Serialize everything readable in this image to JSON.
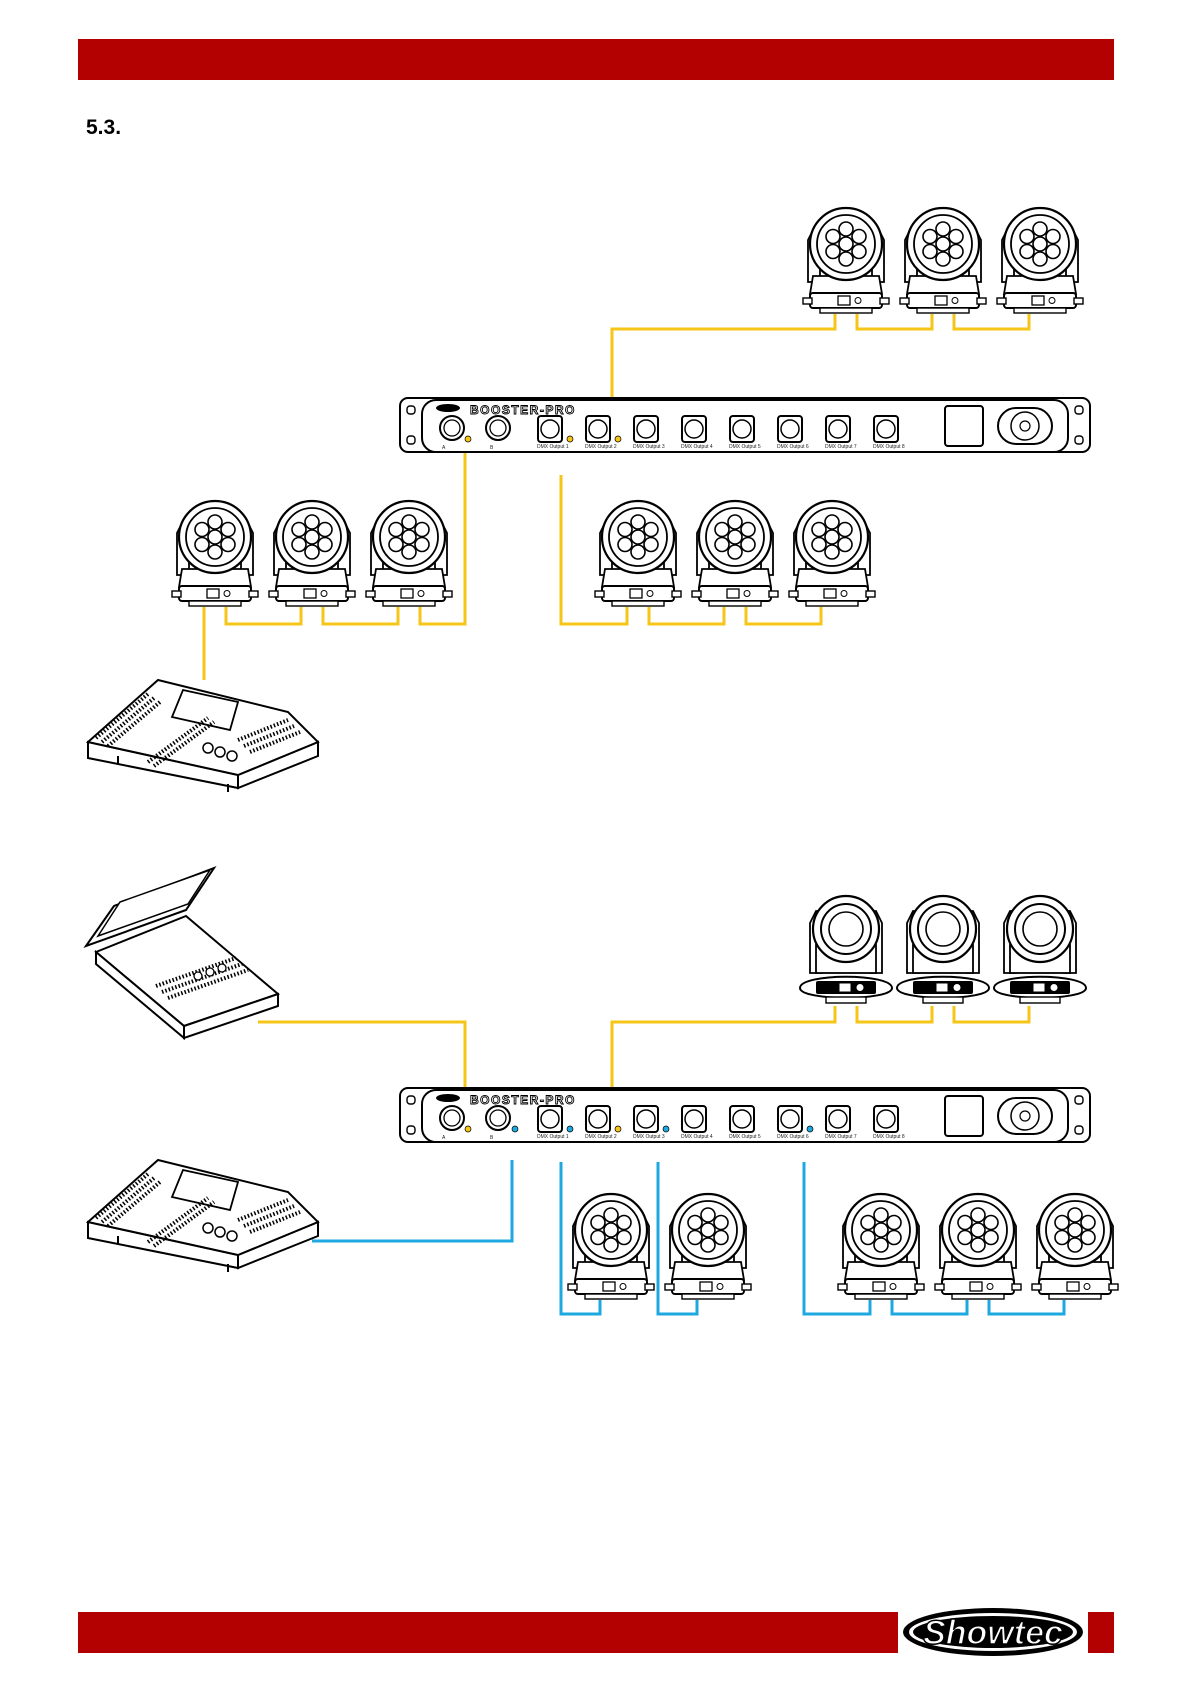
{
  "section": {
    "number": "5.3."
  },
  "device": {
    "name": "BOOSTER-PRO",
    "port_labels": [
      "A",
      "B",
      "DMX Output 1",
      "DMX Output 2",
      "DMX Output 3",
      "DMX Output 4",
      "DMX Output 5",
      "DMX Output 6",
      "DMX Output 7",
      "DMX Output 8"
    ]
  },
  "footer": {
    "brand": "Showtec"
  },
  "colors": {
    "brand_red": "#b30000",
    "cable_yellow": "#f5c518",
    "cable_blue": "#1ea8e0",
    "line": "#000000"
  },
  "icons": {
    "top": "moving-head-wash-icon",
    "beam": "moving-head-beam-icon",
    "console": "lighting-console-icon",
    "laptop": "laptop-controller-icon"
  }
}
